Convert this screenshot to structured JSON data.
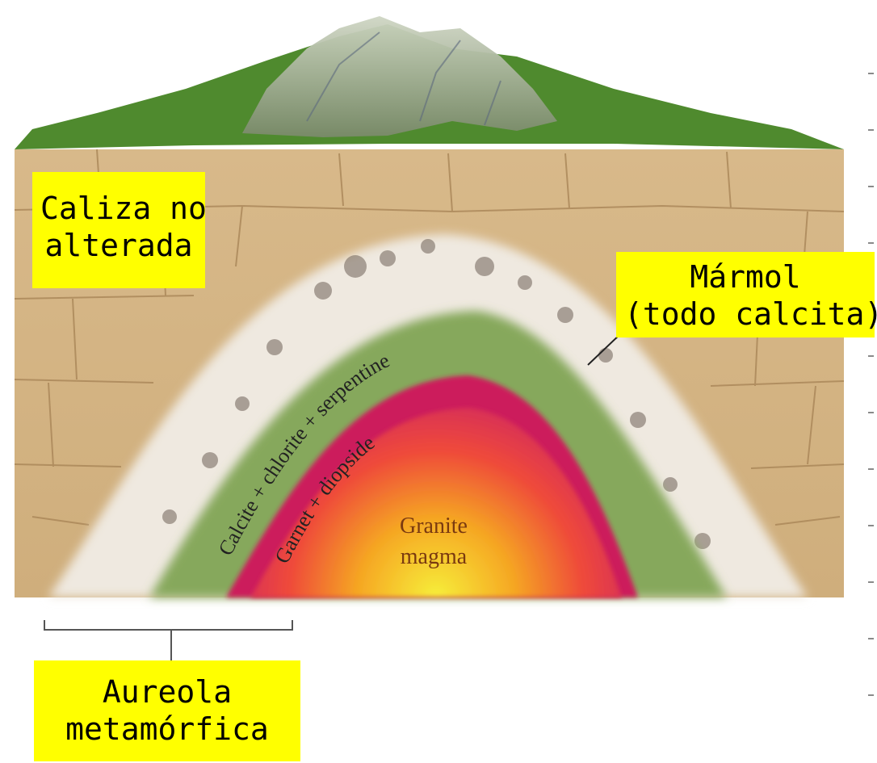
{
  "zones": {
    "outer": "Calcite + chlorite + serpentine",
    "inner": "Garnet + diopside",
    "core_line1": "Granite",
    "core_line2": "magma"
  },
  "labels": {
    "caliza_line1": "Caliza no",
    "caliza_line2": "alterada",
    "marmol_line1": "Mármol",
    "marmol_line2": "(todo calcita)",
    "aureola_line1": "Aureola",
    "aureola_line2": "metamórfica"
  },
  "colors": {
    "limestone": "#d9b98a",
    "marble": "#efe9e0",
    "calc_silicate": "#86a85c",
    "garnet": "#cc1f5c",
    "magma": "#f2c233",
    "grass": "#4f8a2e",
    "label_bg": "#ffff00"
  }
}
